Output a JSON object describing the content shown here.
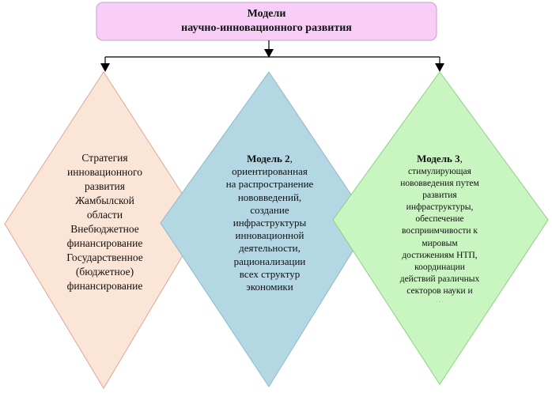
{
  "title": {
    "line1": "Модели",
    "line2": "научно-инновационного развития"
  },
  "diamonds": [
    {
      "fill": "#fbe5d6",
      "lines": [
        "Стратегия",
        "инновационного",
        "развития",
        "Жамбылской",
        "области",
        "Внебюджетное",
        "финансирование",
        "Государственное",
        "(бюджетное)",
        "финансирование"
      ]
    },
    {
      "fill": "#b4d7e4",
      "heading": "Модель 2",
      "heading_suffix": ",",
      "lines": [
        "ориентированная",
        "на распространение",
        "нововведений,",
        "создание",
        "инфраструктуры",
        "инновационной",
        "деятельности,",
        "рационализации",
        "всех структур",
        "экономики"
      ]
    },
    {
      "fill": "#c8f5c0",
      "heading": "Модель 3",
      "heading_suffix": ",",
      "lines": [
        "стимулирующая",
        "нововведения путем",
        "развития",
        "инфраструктуры,",
        "обеспечение",
        "восприимчивости к",
        "мировым",
        "достижениям НТП,",
        "координации",
        "действий различных",
        "секторов науки и",
        "…"
      ]
    }
  ],
  "colors": {
    "title_fill": "#f8cef8",
    "title_stroke": "#c9a0c9",
    "connector": "#000000",
    "d1_stroke": "#d9a899",
    "d2_stroke": "#8fb8c9",
    "d3_stroke": "#8fcf86"
  }
}
